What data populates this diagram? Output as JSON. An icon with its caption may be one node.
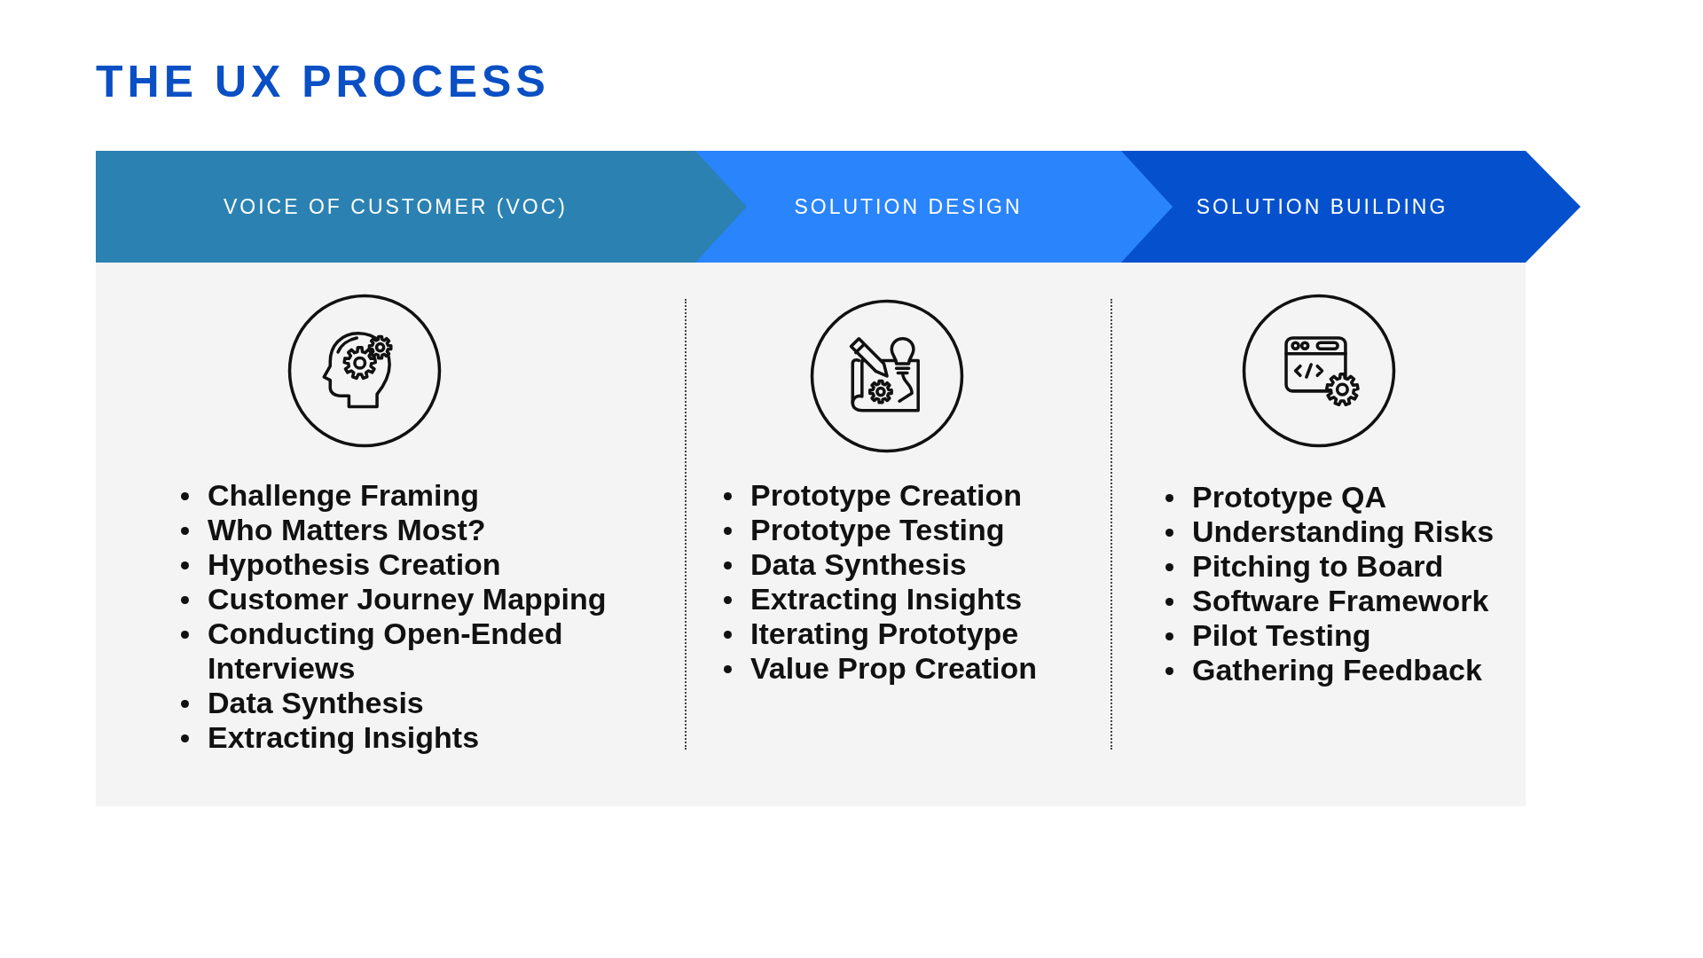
{
  "diagram": {
    "title": "THE UX PROCESS",
    "nodes": [
      {
        "text": [
          "VOICE OF CUSTOMER (VOC)"
        ]
      },
      {
        "text": [
          "SOLUTION DESIGN"
        ]
      },
      {
        "text": [
          "SOLUTION BUILDING"
        ]
      }
    ],
    "labels": [
      "Challenge Framing",
      "Who Matters Most?",
      "Hypothesis Creation",
      "Customer Journey Mapping",
      "Conducting Open-Ended Interviews",
      "Data Synthesis",
      "Extracting Insights",
      "Prototype Creation",
      "Prototype Testing",
      "Data Synthesis",
      "Extracting Insights",
      "Iterating Prototype",
      "Value Prop Creation",
      "Prototype QA",
      "Understanding Risks",
      "Pitching to Board",
      "Software Framework",
      "Pilot Testing",
      "Gathering Feedback"
    ]
  }
}
